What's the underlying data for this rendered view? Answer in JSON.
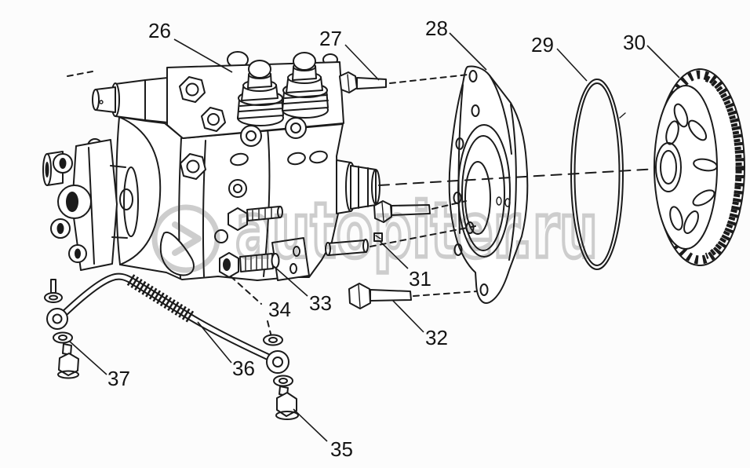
{
  "diagram": {
    "callouts": [
      {
        "label": "26"
      },
      {
        "label": "27"
      },
      {
        "label": "28"
      },
      {
        "label": "29"
      },
      {
        "label": "30"
      },
      {
        "label": "31"
      },
      {
        "label": "32"
      },
      {
        "label": "33"
      },
      {
        "label": "34"
      },
      {
        "label": "35"
      },
      {
        "label": "36"
      },
      {
        "label": "37"
      }
    ]
  },
  "watermark": {
    "text": "autopiter.ru"
  },
  "colors": {
    "line": "#1b1b1b",
    "background": "#fcfcfc",
    "watermark": "#c4c4c4",
    "label": "#141414"
  }
}
